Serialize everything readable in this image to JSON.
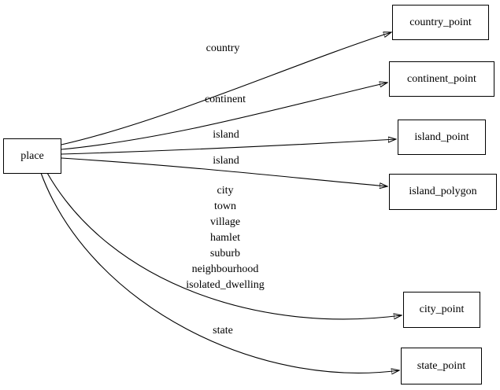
{
  "diagram": {
    "type": "directed-graph",
    "colors": {
      "background": "#ffffff",
      "node_border": "#000000",
      "edge_stroke": "#000000",
      "text": "#000000"
    },
    "nodes": {
      "place": {
        "label": "place"
      },
      "country_point": {
        "label": "country_point"
      },
      "continent_point": {
        "label": "continent_point"
      },
      "island_point": {
        "label": "island_point"
      },
      "island_polygon": {
        "label": "island_polygon"
      },
      "city_point": {
        "label": "city_point"
      },
      "state_point": {
        "label": "state_point"
      }
    },
    "edges": {
      "country": {
        "from": "place",
        "to": "country_point",
        "label": "country"
      },
      "continent": {
        "from": "place",
        "to": "continent_point",
        "label": "continent"
      },
      "island1": {
        "from": "place",
        "to": "island_point",
        "label": "island"
      },
      "island2": {
        "from": "place",
        "to": "island_polygon",
        "label": "island"
      },
      "city": {
        "from": "place",
        "to": "city_point",
        "lines": [
          "city",
          "town",
          "village",
          "hamlet",
          "suburb",
          "neighbourhood",
          "isolated_dwelling"
        ]
      },
      "state": {
        "from": "place",
        "to": "state_point",
        "label": "state"
      }
    }
  }
}
